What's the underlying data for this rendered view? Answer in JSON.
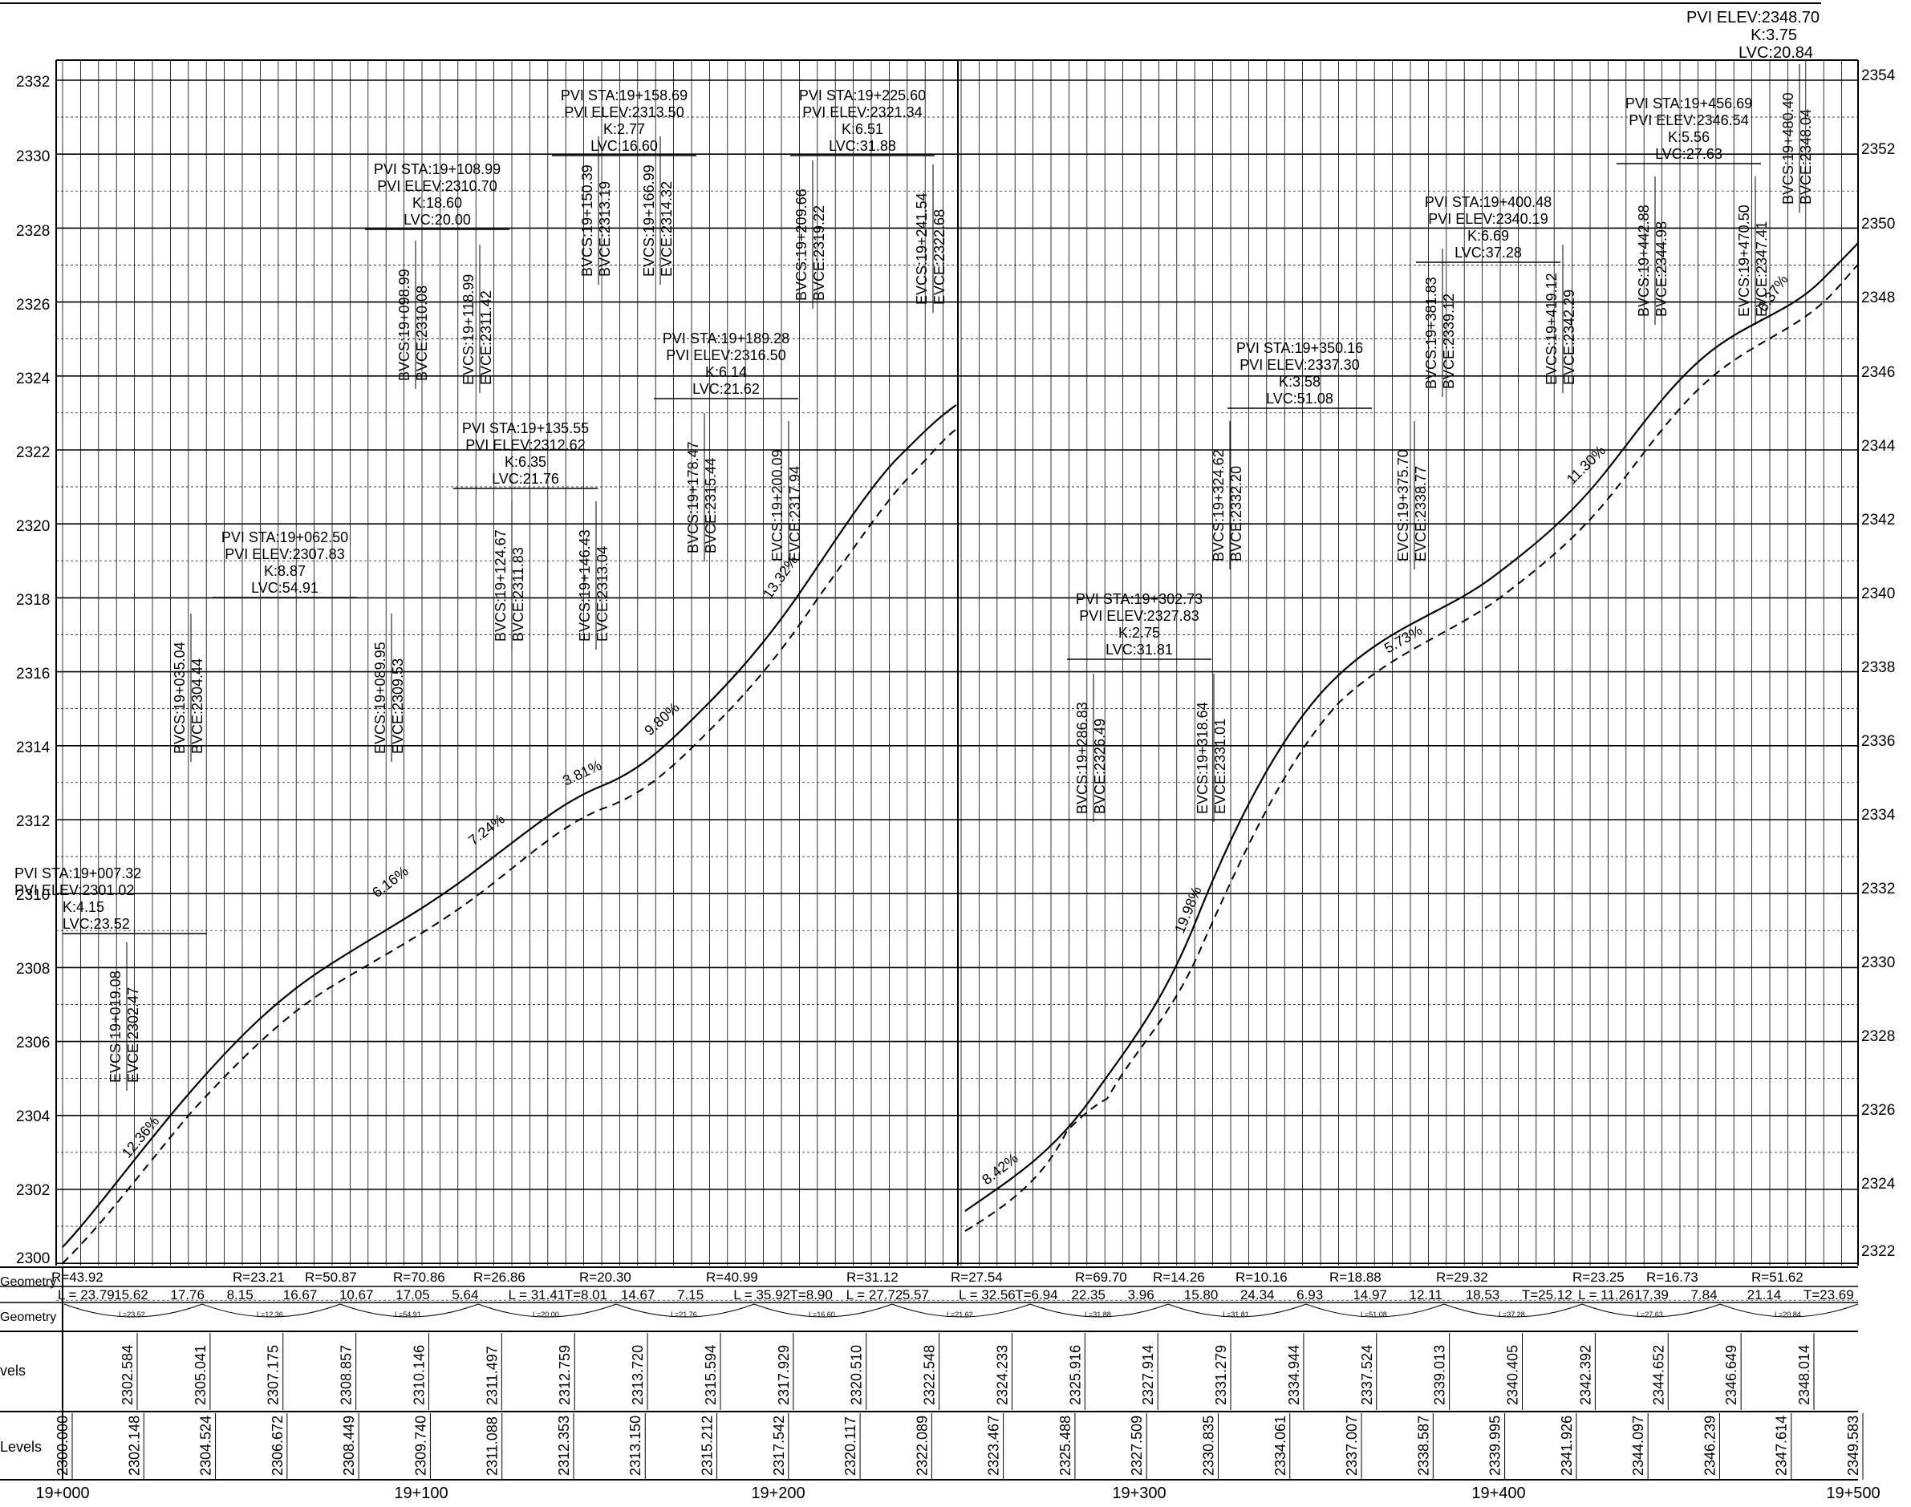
{
  "left_axis": {
    "values": [
      "2332",
      "2330",
      "2328",
      "2326",
      "2324",
      "2322",
      "2320",
      "2318",
      "2316",
      "2314",
      "2312",
      "2310",
      "2308",
      "2306",
      "2304",
      "2302",
      "2300"
    ]
  },
  "right_axis": {
    "values": [
      "2354",
      "2352",
      "2350",
      "2348",
      "2346",
      "2344",
      "2342",
      "2340",
      "2338",
      "2336",
      "2334",
      "2332",
      "2330",
      "2328",
      "2326",
      "2324",
      "2322"
    ]
  },
  "stations": [
    "19+000",
    "19+100",
    "19+200",
    "19+300",
    "19+400",
    "19+500"
  ],
  "band_labels": {
    "geometry_top": "Geometry",
    "geometry_bottom": "Geometry",
    "levels": "vels",
    "levels_bottom": "Levels"
  },
  "top_right_header": {
    "line1": "PVI ELEV:2348.70",
    "line2": "K:3.75",
    "line3": "LVC:20.84"
  },
  "pvi_blocks": [
    {
      "lines": [
        "PVI STA:19+007.32",
        "PVI ELEV:2301.02",
        "K:4.15",
        "LVC:23.52"
      ]
    },
    {
      "lines": [
        "PVI STA:19+062.50",
        "PVI ELEV:2307.83",
        "K:8.87",
        "LVC:54.91"
      ]
    },
    {
      "lines": [
        "PVI STA:19+108.99",
        "PVI ELEV:2310.70",
        "K:18.60",
        "LVC:20.00"
      ]
    },
    {
      "lines": [
        "PVI STA:19+135.55",
        "PVI ELEV:2312.62",
        "K:6.35",
        "LVC:21.76"
      ]
    },
    {
      "lines": [
        "PVI STA:19+158.69",
        "PVI ELEV:2313.50",
        "K:2.77",
        "LVC:16.60"
      ]
    },
    {
      "lines": [
        "PVI STA:19+189.28",
        "PVI ELEV:2316.50",
        "K:6.14",
        "LVC:21.62"
      ]
    },
    {
      "lines": [
        "PVI STA:19+225.60",
        "PVI ELEV:2321.34",
        "K:6.51",
        "LVC:31.88"
      ]
    },
    {
      "lines": [
        "PVI STA:19+302.73",
        "PVI ELEV:2327.83",
        "K:2.75",
        "LVC:31.81"
      ]
    },
    {
      "lines": [
        "PVI STA:19+350.16",
        "PVI ELEV:2337.30",
        "K:3.58",
        "LVC:51.08"
      ]
    },
    {
      "lines": [
        "PVI STA:19+400.48",
        "PVI ELEV:2340.19",
        "K:6.69",
        "LVC:37.28"
      ]
    },
    {
      "lines": [
        "PVI STA:19+456.69",
        "PVI ELEV:2346.54",
        "K:5.56",
        "LVC:27.63"
      ]
    }
  ],
  "vc_labels": [
    {
      "a": "EVCS:19+019.08",
      "b": "EVCE:2302.47"
    },
    {
      "a": "BVCS:19+035.04",
      "b": "BVCE:2304.44"
    },
    {
      "a": "EVCS:19+089.95",
      "b": "EVCE:2309.53"
    },
    {
      "a": "BVCS:19+098.99",
      "b": "BVCE:2310.08"
    },
    {
      "a": "EVCS:19+118.99",
      "b": "EVCE:2311.42"
    },
    {
      "a": "BVCS:19+124.67",
      "b": "BVCE:2311.83"
    },
    {
      "a": "EVCS:19+146.43",
      "b": "EVCE:2313.04"
    },
    {
      "a": "BVCS:19+150.39",
      "b": "BVCE:2313.19"
    },
    {
      "a": "EVCS:19+166.99",
      "b": "EVCE:2314.32"
    },
    {
      "a": "BVCS:19+178.47",
      "b": "BVCE:2315.44"
    },
    {
      "a": "EVCS:19+200.09",
      "b": "EVCE:2317.94"
    },
    {
      "a": "BVCS:19+209.66",
      "b": "BVCE:2319.22"
    },
    {
      "a": "EVCS:19+241.54",
      "b": "EVCE:2322.68"
    },
    {
      "a": "BVCS:19+286.83",
      "b": "BVCE:2326.49"
    },
    {
      "a": "EVCS:19+318.64",
      "b": "EVCE:2331.01"
    },
    {
      "a": "BVCS:19+324.62",
      "b": "BVCE:2332.20"
    },
    {
      "a": "EVCS:19+375.70",
      "b": "EVCE:2338.77"
    },
    {
      "a": "BVCS:19+381.83",
      "b": "BVCE:2339.12"
    },
    {
      "a": "EVCS:19+419.12",
      "b": "EVCE:2342.29"
    },
    {
      "a": "BVCS:19+442.88",
      "b": "BVCE:2344.98"
    },
    {
      "a": "EVCS:19+470.50",
      "b": "EVCE:2347.41"
    },
    {
      "a": "BVCS:19+480.40",
      "b": "BVCE:2348.04"
    }
  ],
  "grades": [
    "12.36%",
    "6.16%",
    "7.24%",
    "3.81%",
    "9.80%",
    "13.32%",
    "8.42%",
    "19.98%",
    "5.73%",
    "11.30%",
    "6.37%"
  ],
  "r_row": [
    "R=43.92",
    "R=23.21",
    "R=50.87",
    "R=70.86",
    "R=26.86",
    "R=20.30",
    "R=40.99",
    "R=31.12",
    "R=27.54",
    "R=69.70",
    "R=14.26",
    "R=10.16",
    "R=18.88",
    "R=29.32",
    "R=23.25",
    "R=16.73",
    "R=51.62"
  ],
  "l_row": [
    "L = 23.79",
    "15.62",
    "17.76",
    "8.15",
    "16.67",
    "10.67",
    "17.05",
    "5.64",
    "L = 31.41",
    "T=8.01",
    "14.67",
    "7.15",
    "L = 35.92",
    "T=8.90",
    "L = 27.72",
    "5.57",
    "L = 32.56",
    "T=6.94",
    "22.35",
    "3.96",
    "15.80",
    "24.34",
    "6.93",
    "14.97",
    "12.11",
    "18.53",
    "T=25.12",
    "L = 11.26",
    "17.39",
    "7.84",
    "21.14",
    "T=23.69"
  ],
  "levels_top": [
    "2302.584",
    "2305.041",
    "2307.175",
    "2308.857",
    "2310.146",
    "2311.497",
    "2312.759",
    "2313.720",
    "2315.594",
    "2317.929",
    "2320.510",
    "2322.548",
    "2324.233",
    "2325.916",
    "2327.914",
    "2331.279",
    "2334.944",
    "2337.524",
    "2339.013",
    "2340.405",
    "2342.392",
    "2344.652",
    "2346.649",
    "2348.014"
  ],
  "levels_bottom": [
    "2300.000",
    "2302.148",
    "2304.524",
    "2306.672",
    "2308.449",
    "2309.740",
    "2311.088",
    "2312.353",
    "2313.150",
    "2315.212",
    "2317.542",
    "2320.117",
    "2322.089",
    "2323.467",
    "2325.488",
    "2327.509",
    "2330.835",
    "2334.061",
    "2337.007",
    "2338.587",
    "2339.995",
    "2341.926",
    "2344.097",
    "2346.239",
    "2347.614",
    "2349.583"
  ],
  "geometry_cells": [
    "L=23.52",
    "L=12.36",
    "L=54.91",
    "L=20.00",
    "L=21.76",
    "L=16.60",
    "L=21.62",
    "L=31.88",
    "L=31.81",
    "L=51.08",
    "L=37.28",
    "L=27.63",
    "L=20.84"
  ]
}
